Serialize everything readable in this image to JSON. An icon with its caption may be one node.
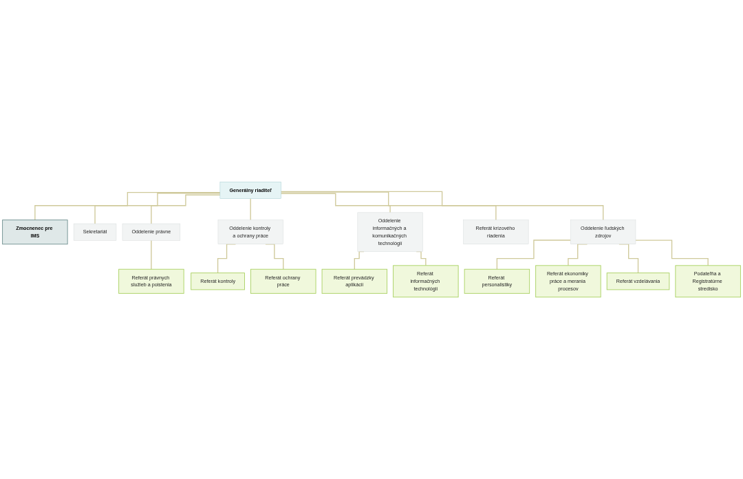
{
  "diagram": {
    "nodes": [
      {
        "text": [
          "Generálny riaditeľ"
        ]
      },
      {
        "text": [
          "Zmocnenec pre IMS"
        ]
      },
      {
        "text": [
          "Sekretariát"
        ]
      },
      {
        "text": [
          "Oddelenie právne"
        ]
      },
      {
        "text": [
          "Oddelenie kontroly a ochrany práce"
        ]
      },
      {
        "text": [
          "Oddelenie informačných a komunikačných technológií"
        ]
      },
      {
        "text": [
          "Referát krízového riadenia"
        ]
      },
      {
        "text": [
          "Oddelenie ľudských zdrojov"
        ]
      },
      {
        "text": [
          "Referát právnych služieb a poistenia"
        ]
      },
      {
        "text": [
          "Referát kontroly"
        ]
      },
      {
        "text": [
          "Referát ochrany práce"
        ]
      },
      {
        "text": [
          "Referát prevádzky aplikácií"
        ]
      },
      {
        "text": [
          "Referát informačných technológií"
        ]
      },
      {
        "text": [
          "Referát personalistiky"
        ]
      },
      {
        "text": [
          "Referát ekonomiky práce a merania procesov"
        ]
      },
      {
        "text": [
          "Referát vzdelávania"
        ]
      },
      {
        "text": [
          "Podateľňa a Registratúrne stredisko"
        ]
      }
    ],
    "edges": [
      {
        "from": 0,
        "to": 1,
        "arrow": "none"
      },
      {
        "from": 0,
        "to": 2,
        "arrow": "none"
      },
      {
        "from": 0,
        "to": 3,
        "arrow": "none"
      },
      {
        "from": 0,
        "to": 4,
        "arrow": "none"
      },
      {
        "from": 0,
        "to": 5,
        "arrow": "none"
      },
      {
        "from": 0,
        "to": 6,
        "arrow": "none"
      },
      {
        "from": 0,
        "to": 7,
        "arrow": "none"
      },
      {
        "from": 3,
        "to": 8,
        "arrow": "none"
      },
      {
        "from": 4,
        "to": 9,
        "arrow": "none"
      },
      {
        "from": 4,
        "to": 10,
        "arrow": "none"
      },
      {
        "from": 5,
        "to": 11,
        "arrow": "none"
      },
      {
        "from": 5,
        "to": 12,
        "arrow": "none"
      },
      {
        "from": 7,
        "to": 13,
        "arrow": "none"
      },
      {
        "from": 7,
        "to": 14,
        "arrow": "none"
      },
      {
        "from": 7,
        "to": 15,
        "arrow": "none"
      },
      {
        "from": 7,
        "to": 16,
        "arrow": "none"
      }
    ]
  }
}
